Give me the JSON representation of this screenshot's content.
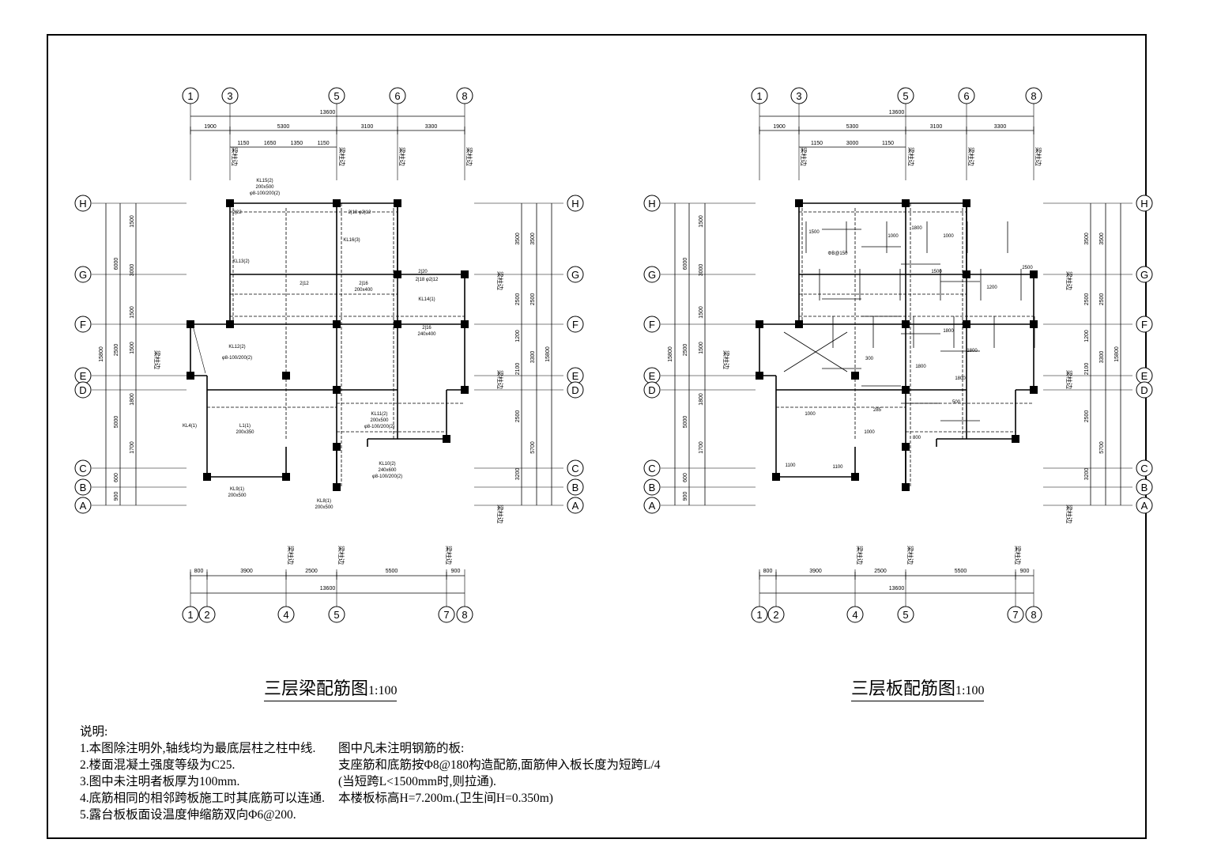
{
  "drawings": [
    {
      "id": "beam",
      "title": "三层梁配筋图",
      "scale": "1:100",
      "top_axes": [
        "1",
        "3",
        "5",
        "6",
        "8"
      ],
      "bottom_axes": [
        "1",
        "2",
        "4",
        "5",
        "7",
        "8"
      ],
      "row_axes": [
        "H",
        "G",
        "F",
        "E",
        "D",
        "C",
        "B",
        "A"
      ],
      "top_total": "13600",
      "top_dims": [
        "1900",
        "5300",
        "3100",
        "3300"
      ],
      "top_sub_dims": [
        "1150",
        "1650",
        "1350",
        "1150"
      ],
      "bottom_total": "13600",
      "bottom_dims": [
        "800",
        "3900",
        "2500",
        "5500",
        "900"
      ],
      "left_total": "15800",
      "left_dims": [
        "6000",
        "2500",
        "5000",
        "600",
        "900"
      ],
      "left_sub_dims": [
        "1500",
        "3000",
        "1500",
        "1500",
        "1800",
        "1700"
      ],
      "right_total": "15800",
      "right_dims": [
        "3500",
        "2500",
        "1200",
        "2100",
        "2500",
        "3200"
      ],
      "right_sub_dims": [
        "3500",
        "2500",
        "3300",
        "5700"
      ]
    },
    {
      "id": "slab",
      "title": "三层板配筋图",
      "scale": "1:100",
      "top_axes": [
        "1",
        "3",
        "5",
        "6",
        "8"
      ],
      "bottom_axes": [
        "1",
        "2",
        "4",
        "5",
        "7",
        "8"
      ],
      "row_axes": [
        "H",
        "G",
        "F",
        "E",
        "D",
        "C",
        "B",
        "A"
      ],
      "top_total": "13600",
      "top_dims": [
        "1900",
        "5300",
        "3100",
        "3300"
      ],
      "top_sub_dims": [
        "1150",
        "3000",
        "1150"
      ],
      "bottom_total": "13600",
      "bottom_dims": [
        "800",
        "3900",
        "2500",
        "5500",
        "900"
      ],
      "left_total": "15800",
      "left_dims": [
        "6000",
        "2500",
        "5000",
        "600",
        "900"
      ],
      "left_sub_dims": [
        "1500",
        "3000",
        "1500",
        "1500",
        "1800",
        "1700"
      ],
      "right_total": "15800",
      "right_dims": [
        "3500",
        "2500",
        "1200",
        "2100",
        "2500",
        "3200"
      ],
      "right_sub_dims": [
        "3500",
        "2500",
        "3300",
        "5700"
      ]
    }
  ],
  "notes": {
    "heading": "说明:",
    "lines": [
      "1.本图除注明外,轴线均为最底层柱之柱中线.",
      "2.楼面混凝土强度等级为C25.",
      "3.图中未注明者板厚为100mm.",
      "4.底筋相同的相邻跨板施工时其底筋可以连通.",
      "5.露台板板面设温度伸缩筋双向Φ6@200."
    ],
    "right_lines": [
      "图中凡未注明钢筋的板:",
      "支座筋和底筋按Φ8@180构造配筋,面筋伸入板长度为短跨L/4",
      "(当短跨L<1500mm时,则拉通).",
      "本楼板标高H=7.200m.(卫生间H=0.350m)"
    ]
  }
}
